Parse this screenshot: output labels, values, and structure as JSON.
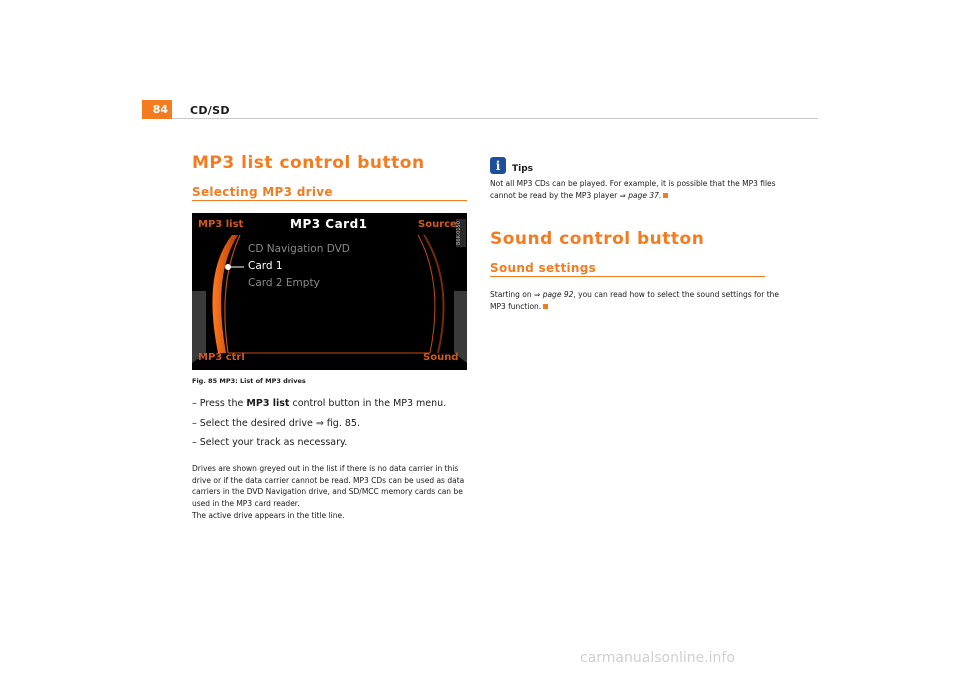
{
  "header": {
    "page_number": "84",
    "section": "CD/SD"
  },
  "left": {
    "heading": "MP3 list control button",
    "subheading": "Selecting MP3 drive",
    "screen": {
      "top_left": "MP3 list",
      "title": "MP3 Card1",
      "top_right": "Source",
      "bottom_left": "MP3 ctrl",
      "bottom_right": "Sound",
      "items": [
        "CD Navigation DVD",
        "Card 1",
        "Card 2 Empty"
      ],
      "active_index": 1,
      "image_code": "B6K-0150"
    },
    "caption": "Fig. 85  MP3: List of MP3 drives",
    "steps": {
      "s1_prefix": "–  Press the ",
      "s1_bold": "MP3 list",
      "s1_suffix": " control button in the MP3 menu.",
      "s2": "–  Select the desired drive ⇒ fig. 85.",
      "s3": "–  Select your track as necessary."
    },
    "para1": "Drives are shown greyed out in the list if there is no data carrier in this drive or if the data carrier cannot be read. MP3 CDs can be used as data carriers in the DVD Navigation drive, and SD/MCC memory cards can be used in the MP3 card reader.",
    "para2": "The active drive appears in the title line."
  },
  "right": {
    "tips_label": "Tips",
    "tips_text": "Not all MP3 CDs can be played. For example, it is possible that the MP3 files cannot be read by the MP3 player ⇒ ",
    "tips_ref": "page 37",
    "tips_end": ".",
    "heading": "Sound control button",
    "subheading": "Sound settings",
    "sound_prefix": "Starting on ⇒ ",
    "sound_ref": "page 92",
    "sound_suffix": ", you can read how to select the sound settings for the MP3 function."
  },
  "watermark": "carmanualsonline.info",
  "colors": {
    "accent": "#f47c20",
    "tips_icon": "#1e4f9a"
  }
}
